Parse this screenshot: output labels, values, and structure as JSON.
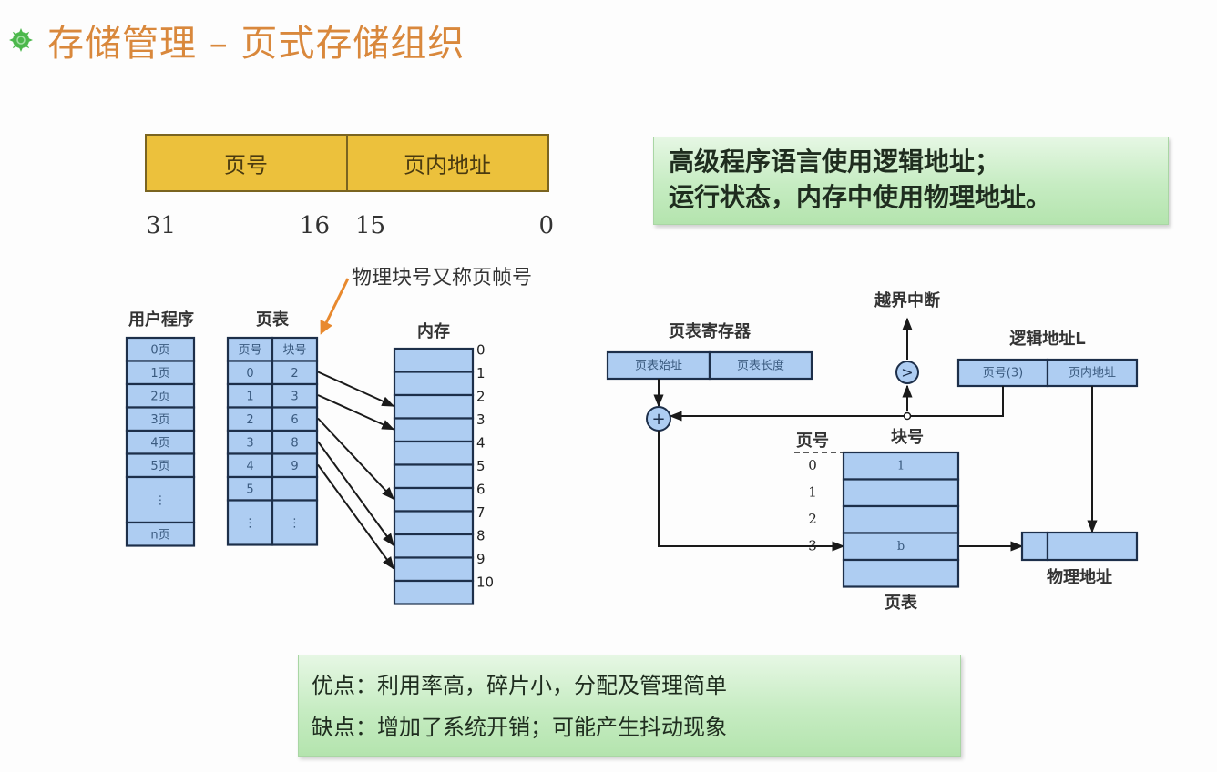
{
  "title": "存储管理 – 页式存储组织",
  "title_icon": "flower-bullet-icon",
  "colors": {
    "title": "#d9883c",
    "address_format_fill": "#ecc13c",
    "cell_fill": "#aecdf2",
    "cell_stroke": "#1d2f4a",
    "note_fill": "#c6ecc2",
    "callout_arrow": "#e8892e",
    "icon": "#4cb84c"
  },
  "address_format": {
    "fields": [
      "页号",
      "页内地址"
    ],
    "bits": [
      "31",
      "16",
      "15",
      "0"
    ]
  },
  "note_top": {
    "lines": [
      "高级程序语言使用逻辑地址；",
      "运行状态，内存中使用物理地址。"
    ]
  },
  "callout": "物理块号又称页帧号",
  "user_program": {
    "label": "用户程序",
    "rows": [
      "0页",
      "1页",
      "2页",
      "3页",
      "4页",
      "5页",
      "⋮",
      "n页"
    ]
  },
  "page_table": {
    "label": "页表",
    "headers": [
      "页号",
      "块号"
    ],
    "rows": [
      [
        "0",
        "2"
      ],
      [
        "1",
        "3"
      ],
      [
        "2",
        "6"
      ],
      [
        "3",
        "8"
      ],
      [
        "4",
        "9"
      ],
      [
        "5",
        ""
      ],
      [
        "⋮",
        "⋮"
      ]
    ]
  },
  "memory": {
    "label": "内存",
    "block_numbers": [
      "0",
      "1",
      "2",
      "3",
      "4",
      "5",
      "6",
      "7",
      "8",
      "9",
      "10"
    ]
  },
  "mapping": [
    {
      "page": 0,
      "block": 2
    },
    {
      "page": 1,
      "block": 3
    },
    {
      "page": 2,
      "block": 6
    },
    {
      "page": 3,
      "block": 8
    },
    {
      "page": 4,
      "block": 9
    }
  ],
  "translation": {
    "register_label": "页表寄存器",
    "register_fields": [
      "页表始址",
      "页表长度"
    ],
    "overflow_label": "越界中断",
    "compare_symbol": ">",
    "adder_symbol": "+",
    "logical_label": "逻辑地址L",
    "logical_fields": [
      "页号(3)",
      "页内地址"
    ],
    "block_label": "块号",
    "page_no_label": "页号",
    "row_indices": [
      "0",
      "1",
      "2",
      "3"
    ],
    "table_entries": [
      "1",
      "",
      "",
      "b",
      ""
    ],
    "table_label": "页表",
    "physical_label": "物理地址"
  },
  "note_bottom": {
    "lines": [
      "优点：利用率高，碎片小，分配及管理简单",
      "缺点：增加了系统开销；可能产生抖动现象"
    ]
  }
}
